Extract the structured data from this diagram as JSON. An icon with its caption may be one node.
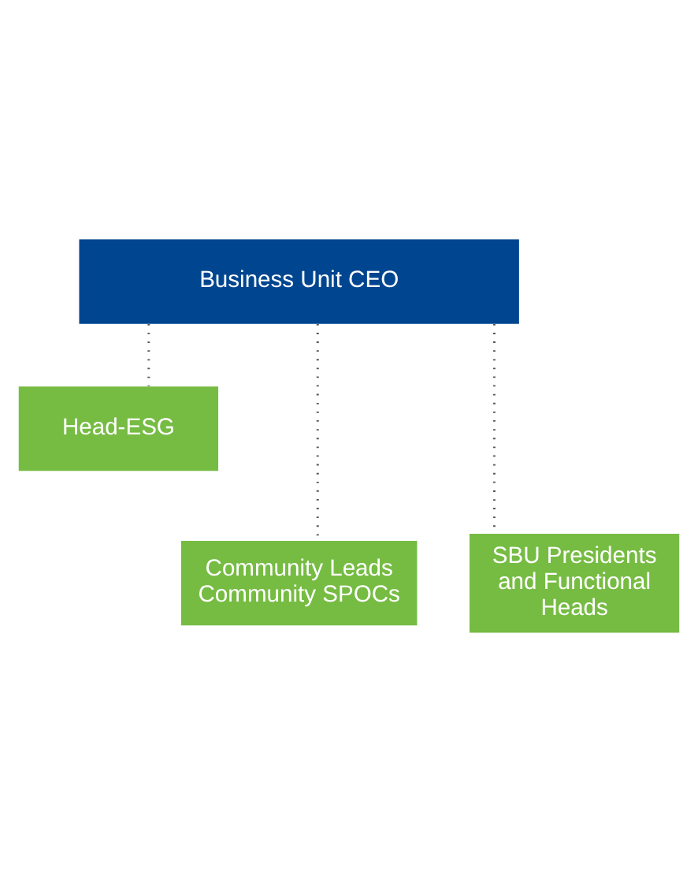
{
  "diagram": {
    "nodes": [
      {
        "text": [
          "Business Unit CEO"
        ]
      },
      {
        "text": [
          "Head-ESG"
        ]
      },
      {
        "text": [
          "Community Leads Community SPOCs"
        ]
      },
      {
        "text": [
          "SBU Presidents and Functional Heads"
        ]
      }
    ],
    "edges": [
      {
        "from": 0,
        "to": 1,
        "arrow": "none",
        "style": "dashed"
      },
      {
        "from": 0,
        "to": 2,
        "arrow": "none",
        "style": "dashed"
      },
      {
        "from": 0,
        "to": 3,
        "arrow": "none",
        "style": "dashed"
      }
    ]
  }
}
